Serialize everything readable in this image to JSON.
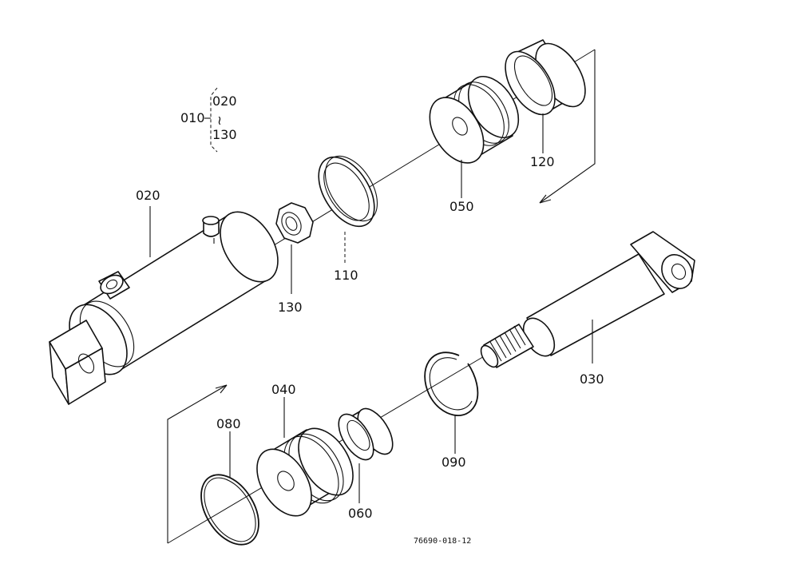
{
  "labels": {
    "assembly": "010",
    "range_start": "020",
    "range_sep": "≀",
    "range_end": "130",
    "p020": "020",
    "p130": "130",
    "p110": "110",
    "p050": "050",
    "p120": "120",
    "p030": "030",
    "p090": "090",
    "p040": "040",
    "p080": "080",
    "p060": "060"
  },
  "drawing_number": "76690-018-12"
}
